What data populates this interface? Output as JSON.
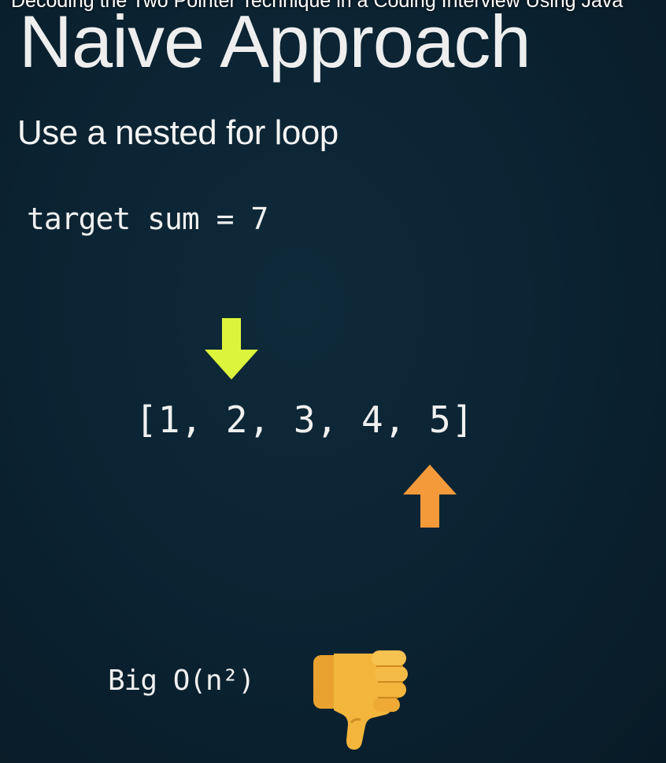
{
  "video": {
    "title": "Decoding the Two Pointer Technique in a Coding Interview Using Java"
  },
  "slide": {
    "title": "Naive Approach",
    "subtitle": "Use a nested for loop",
    "target_sum_text": "target sum = 7",
    "array_text": "[1, 2, 3, 4, 5]",
    "complexity_text": "Big O(n²)"
  },
  "icons": {
    "down_arrow": "arrow-down-icon",
    "up_arrow": "arrow-up-icon",
    "thumbs_down": "thumbs-down-icon"
  },
  "colors": {
    "background": "#0b2231",
    "down_arrow": "#dcf53c",
    "up_arrow": "#f59a3a",
    "thumb": "#f3b53c"
  }
}
